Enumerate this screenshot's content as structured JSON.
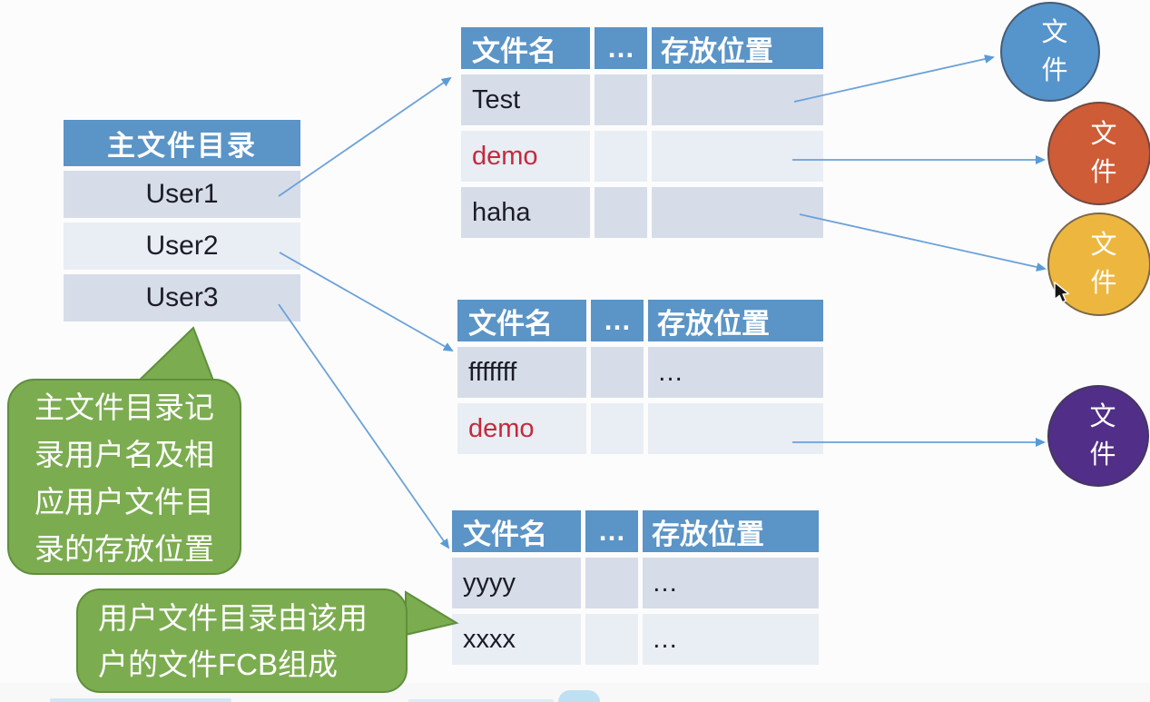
{
  "colors": {
    "table_header_blue": "#5B94C7",
    "row_band_dark": "#D6DDE9",
    "row_band_light": "#E9EDF4",
    "accent_red": "#C5293C",
    "callout_green": "#7CAC50",
    "callout_green_border": "#5F8F3B",
    "arrow_blue": "#6BA1D9",
    "circle_blue": "#5694CC",
    "circle_orange": "#CE5C36",
    "circle_yellow": "#EDB73F",
    "circle_purple": "#512E87"
  },
  "master_table": {
    "header": "主文件目录",
    "rows": [
      "User1",
      "User2",
      "User3"
    ]
  },
  "file_tables": [
    {
      "headers": [
        "文件名",
        "…",
        "存放位置"
      ],
      "rows": [
        {
          "name": "Test",
          "attr": "",
          "loc": "",
          "emphasis": false
        },
        {
          "name": "demo",
          "attr": "",
          "loc": "",
          "emphasis": true
        },
        {
          "name": "haha",
          "attr": "",
          "loc": "",
          "emphasis": false
        }
      ]
    },
    {
      "headers": [
        "文件名",
        "…",
        "存放位置"
      ],
      "rows": [
        {
          "name": "fffffff",
          "attr": "",
          "loc": "…",
          "emphasis": false
        },
        {
          "name": "demo",
          "attr": "",
          "loc": "",
          "emphasis": true
        }
      ]
    },
    {
      "headers": [
        "文件名",
        "…",
        "存放位置"
      ],
      "rows": [
        {
          "name": "yyyy",
          "attr": "",
          "loc": "…",
          "emphasis": false
        },
        {
          "name": "xxxx",
          "attr": "",
          "loc": "…",
          "emphasis": false
        }
      ]
    }
  ],
  "file_circles": [
    {
      "label": "文件",
      "color": "#5694CC"
    },
    {
      "label": "文件",
      "color": "#CE5C36"
    },
    {
      "label": "文件",
      "color": "#EDB73F"
    },
    {
      "label": "文件",
      "color": "#512E87"
    }
  ],
  "callouts": [
    {
      "text": "主文件目录记录用户名及相应用户文件目录的存放位置",
      "lines": [
        "主文件目录记",
        "录用户名及相",
        "应用户文件目",
        "录的存放位置"
      ]
    },
    {
      "text": "用户文件目录由该用户的文件FCB组成",
      "lines": [
        "用户文件目录由该用",
        "户的文件FCB组成"
      ]
    }
  ]
}
